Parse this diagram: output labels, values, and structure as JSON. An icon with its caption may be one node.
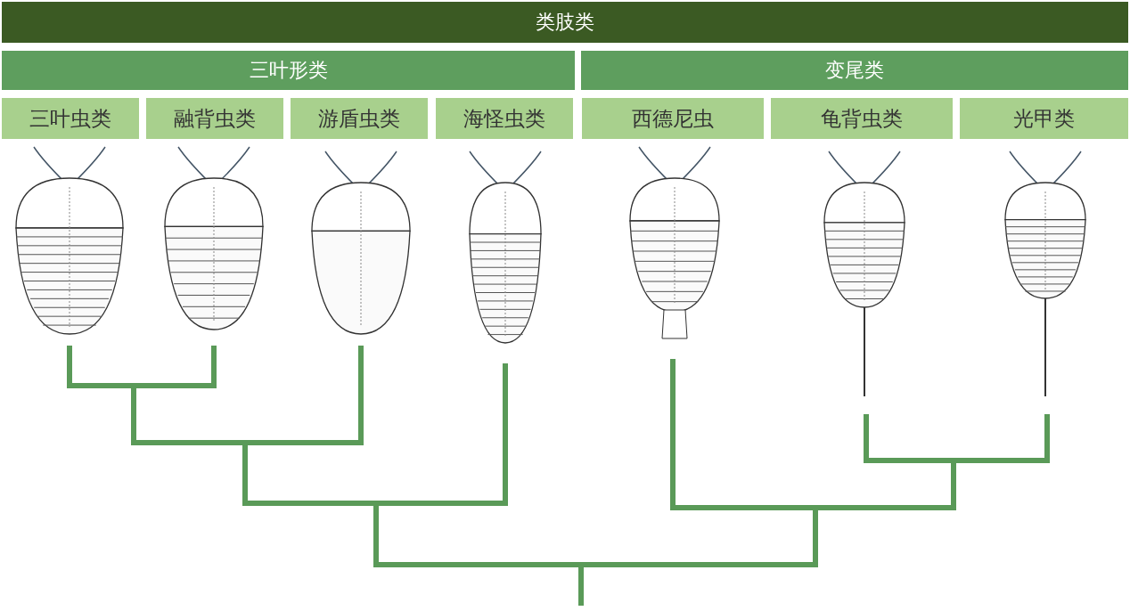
{
  "diagram": {
    "nodes": [
      {
        "text": [
          "类肢类"
        ]
      },
      {
        "text": [
          "三叶形类"
        ]
      },
      {
        "text": [
          "变尾类"
        ]
      },
      {
        "text": [
          "三叶虫类"
        ]
      },
      {
        "text": [
          "融背虫类"
        ]
      },
      {
        "text": [
          "游盾虫类"
        ]
      },
      {
        "text": [
          "海怪虫类"
        ]
      },
      {
        "text": [
          "西德尼虫"
        ]
      },
      {
        "text": [
          "龟背虫类"
        ]
      },
      {
        "text": [
          "光甲类"
        ]
      }
    ]
  }
}
